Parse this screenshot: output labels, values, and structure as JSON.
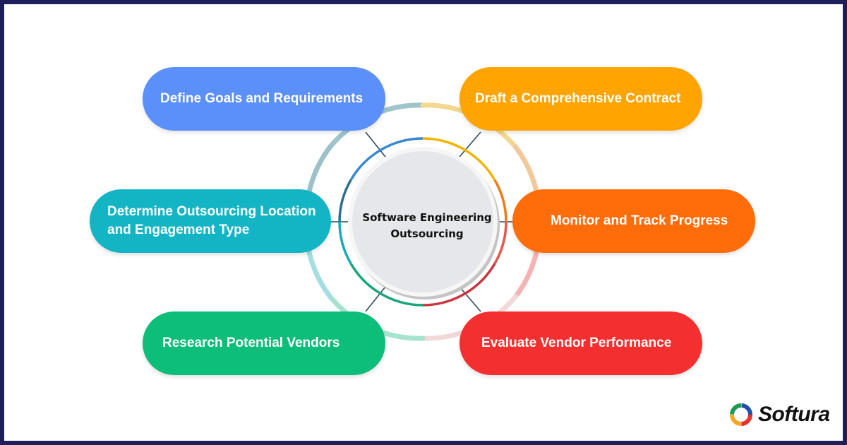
{
  "diagram": {
    "center": {
      "line1": "Software Engineering",
      "line2": "Outsourcing"
    },
    "steps": [
      {
        "line1": "Define Goals and Requirements",
        "line2": "",
        "color": "#5b8ff9"
      },
      {
        "line1": "Draft a Comprehensive Contract",
        "line2": "",
        "color": "#ffa400"
      },
      {
        "line1": "Determine Outsourcing Location",
        "line2": "and Engagement Type",
        "color": "#13b5c4"
      },
      {
        "line1": "Monitor and Track Progress",
        "line2": "",
        "color": "#ff6c0a"
      },
      {
        "line1": "Research Potential Vendors",
        "line2": "",
        "color": "#0dbd7a"
      },
      {
        "line1": "Evaluate Vendor Performance",
        "line2": "",
        "color": "#f42f2f"
      }
    ]
  },
  "brand": {
    "name": "Softura",
    "icon": "softura-logo-icon",
    "frame_color": "#1e1e5a"
  }
}
